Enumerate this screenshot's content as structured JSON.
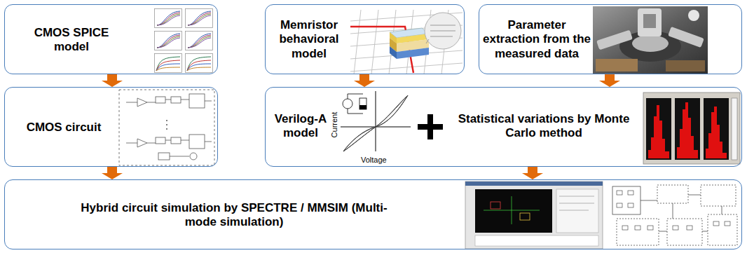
{
  "diagram": {
    "nodes": [
      {
        "text": [
          "CMOS SPICE model"
        ]
      },
      {
        "text": [
          "Memristor behavioral model"
        ]
      },
      {
        "text": [
          "Parameter extraction from the measured data"
        ]
      },
      {
        "text": [
          "CMOS circuit"
        ]
      },
      {
        "text": [
          "Verilog-A model",
          "Statistical variations by Monte Carlo method"
        ]
      },
      {
        "text": [
          "Hybrid circuit simulation by SPECTRE / MMSIM (Multi-mode simulation)"
        ]
      }
    ],
    "edges": [
      {
        "from": 0,
        "to": 3,
        "arrow": "to"
      },
      {
        "from": 3,
        "to": 5,
        "arrow": "to"
      },
      {
        "from": 1,
        "to": 4,
        "arrow": "to"
      },
      {
        "from": 2,
        "to": 4,
        "arrow": "to"
      },
      {
        "from": 4,
        "to": 5,
        "arrow": "to"
      }
    ],
    "labels": [
      "Current",
      "Voltage"
    ]
  }
}
